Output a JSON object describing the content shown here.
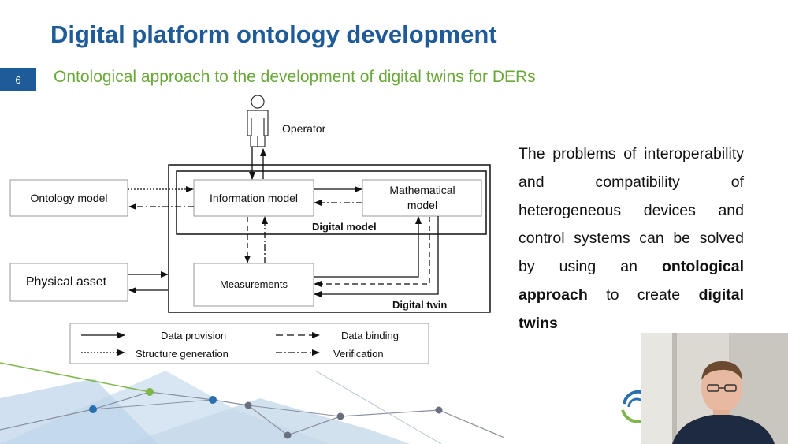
{
  "slide": {
    "title": "Digital platform ontology development",
    "page_number": "6",
    "subtitle": "Ontological approach to the development of digital twins for DERs"
  },
  "diagram": {
    "operator": "Operator",
    "ontology_model": "Ontology model",
    "physical_asset": "Physical asset",
    "information_model": "Information model",
    "mathematical_model_line1": "Mathematical",
    "mathematical_model_line2": "model",
    "measurements": "Measurements",
    "digital_model": "Digital model",
    "digital_twin": "Digital twin",
    "legend": {
      "data_provision": "Data provision",
      "data_binding": "Data binding",
      "structure_generation": "Structure generation",
      "verification": "Verification"
    }
  },
  "body": {
    "text_1": "The problems of interoperability and compatibility of heterogeneous devices and control systems can be solved by using an ",
    "bold_1": "ontological approach",
    "text_2": " to create ",
    "bold_2": "digital twins"
  },
  "colors": {
    "title_blue": "#1f5b98",
    "subtitle_green": "#6aa83a"
  }
}
